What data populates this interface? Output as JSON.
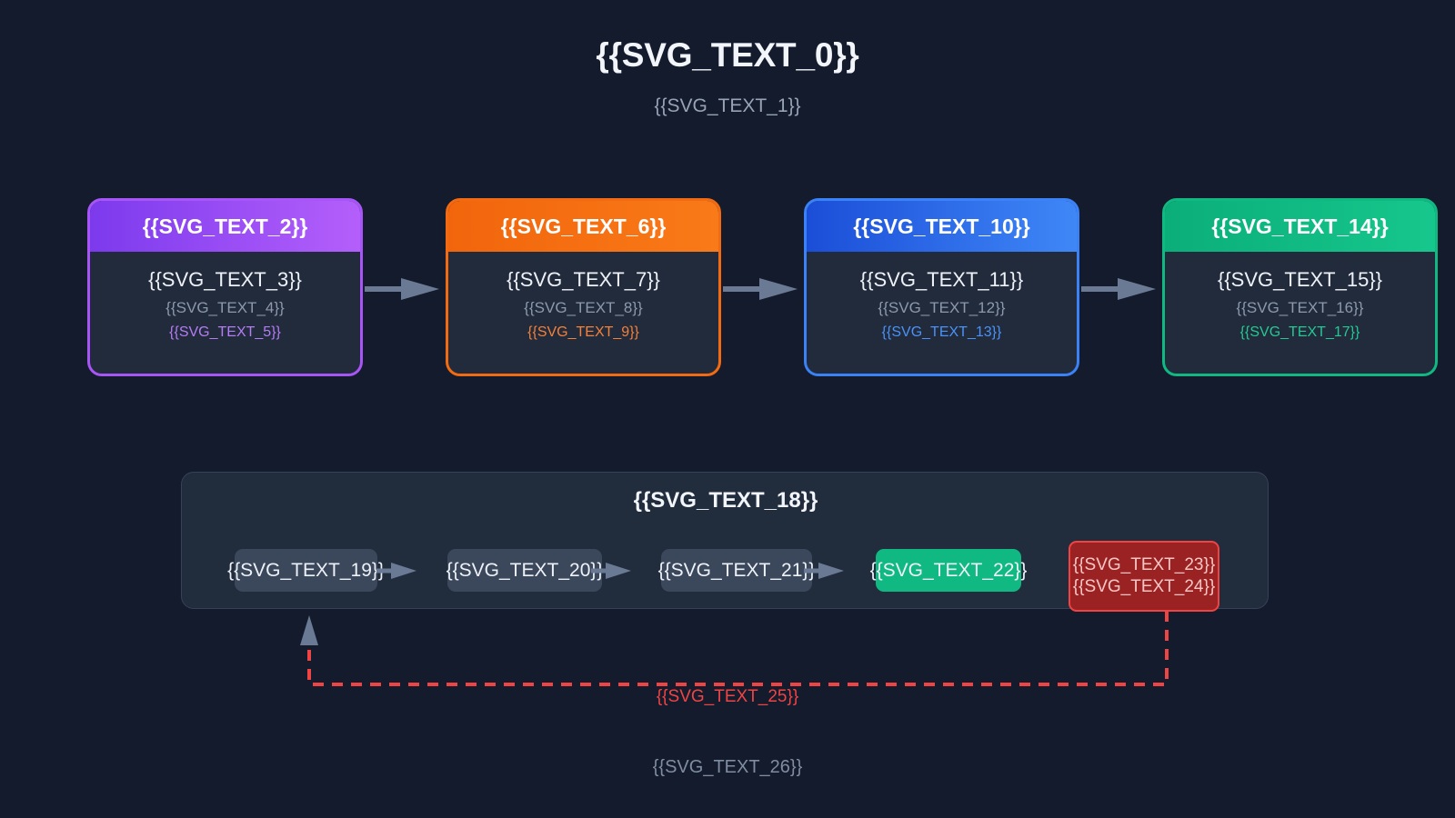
{
  "header": {
    "title": "{{SVG_TEXT_0}}",
    "subtitle": "{{SVG_TEXT_1}}"
  },
  "pipeline": {
    "stages": [
      {
        "color": "#a855f7",
        "head": "{{SVG_TEXT_2}}",
        "line1": "{{SVG_TEXT_3}}",
        "line2": "{{SVG_TEXT_4}}",
        "line3": "{{SVG_TEXT_5}}"
      },
      {
        "color": "#f26a12",
        "head": "{{SVG_TEXT_6}}",
        "line1": "{{SVG_TEXT_7}}",
        "line2": "{{SVG_TEXT_8}}",
        "line3": "{{SVG_TEXT_9}}"
      },
      {
        "color": "#3b82f6",
        "head": "{{SVG_TEXT_10}}",
        "line1": "{{SVG_TEXT_11}}",
        "line2": "{{SVG_TEXT_12}}",
        "line3": "{{SVG_TEXT_13}}"
      },
      {
        "color": "#10b981",
        "head": "{{SVG_TEXT_14}}",
        "line1": "{{SVG_TEXT_15}}",
        "line2": "{{SVG_TEXT_16}}",
        "line3": "{{SVG_TEXT_17}}"
      }
    ]
  },
  "panel": {
    "title": "{{SVG_TEXT_18}}",
    "steps": [
      "{{SVG_TEXT_19}}",
      "{{SVG_TEXT_20}}",
      "{{SVG_TEXT_21}}",
      "{{SVG_TEXT_22}}"
    ],
    "error": {
      "line1": "{{SVG_TEXT_23}}",
      "line2": "{{SVG_TEXT_24}}"
    }
  },
  "loop": {
    "label": "{{SVG_TEXT_25}}"
  },
  "footer": {
    "note": "{{SVG_TEXT_26}}"
  },
  "colors": {
    "background": "#141b2c",
    "panel": "#212c3d",
    "card_body": "#222b3b",
    "arrow": "#6b7a94",
    "accent_purple": "#a855f7",
    "accent_orange": "#f26a12",
    "accent_blue": "#3b82f6",
    "accent_green": "#10b981",
    "accent_red": "#ef4444"
  }
}
